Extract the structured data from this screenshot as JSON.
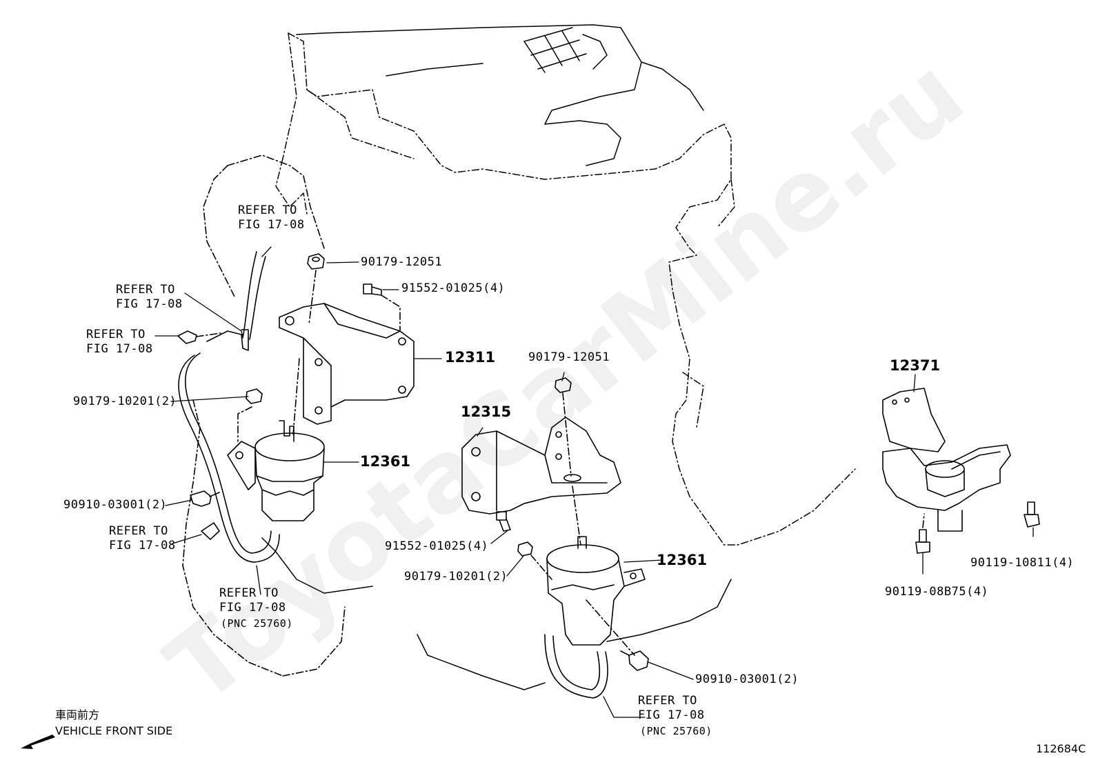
{
  "labels": {
    "refer_1": "REFER TO\nFIG 17-08",
    "refer_2": "REFER TO\nFIG 17-08",
    "refer_3": "REFER TO\nFIG 17-08",
    "refer_4": "REFER TO\nFIG 17-08",
    "refer_5": "REFER TO\nFIG 17-08",
    "refer_5_pnc": "(PNC 25760)",
    "refer_6": "REFER TO\nFIG 17-08",
    "refer_6_pnc": "(PNC 25760)"
  },
  "parts": {
    "p_90179_12051_a": "90179-12051",
    "p_91552_01025_a": "91552-01025(4)",
    "p_12311": "12311",
    "p_90179_10201_a": "90179-10201(2)",
    "p_12361_a": "12361",
    "p_90910_03001_a": "90910-03001(2)",
    "p_90179_12051_b": "90179-12051",
    "p_12315": "12315",
    "p_91552_01025_b": "91552-01025(4)",
    "p_90179_10201_b": "90179-10201(2)",
    "p_12361_b": "12361",
    "p_90910_03001_b": "90910-03001(2)",
    "p_12371": "12371",
    "p_90119_10811": "90119-10811(4)",
    "p_90119_08b75": "90119-08B75(4)"
  },
  "footer": {
    "direction_jp": "車両前方",
    "direction_en": "VEHICLE FRONT SIDE",
    "figure_code": "112684C"
  },
  "watermark": "ToyotaCarMine.ru"
}
